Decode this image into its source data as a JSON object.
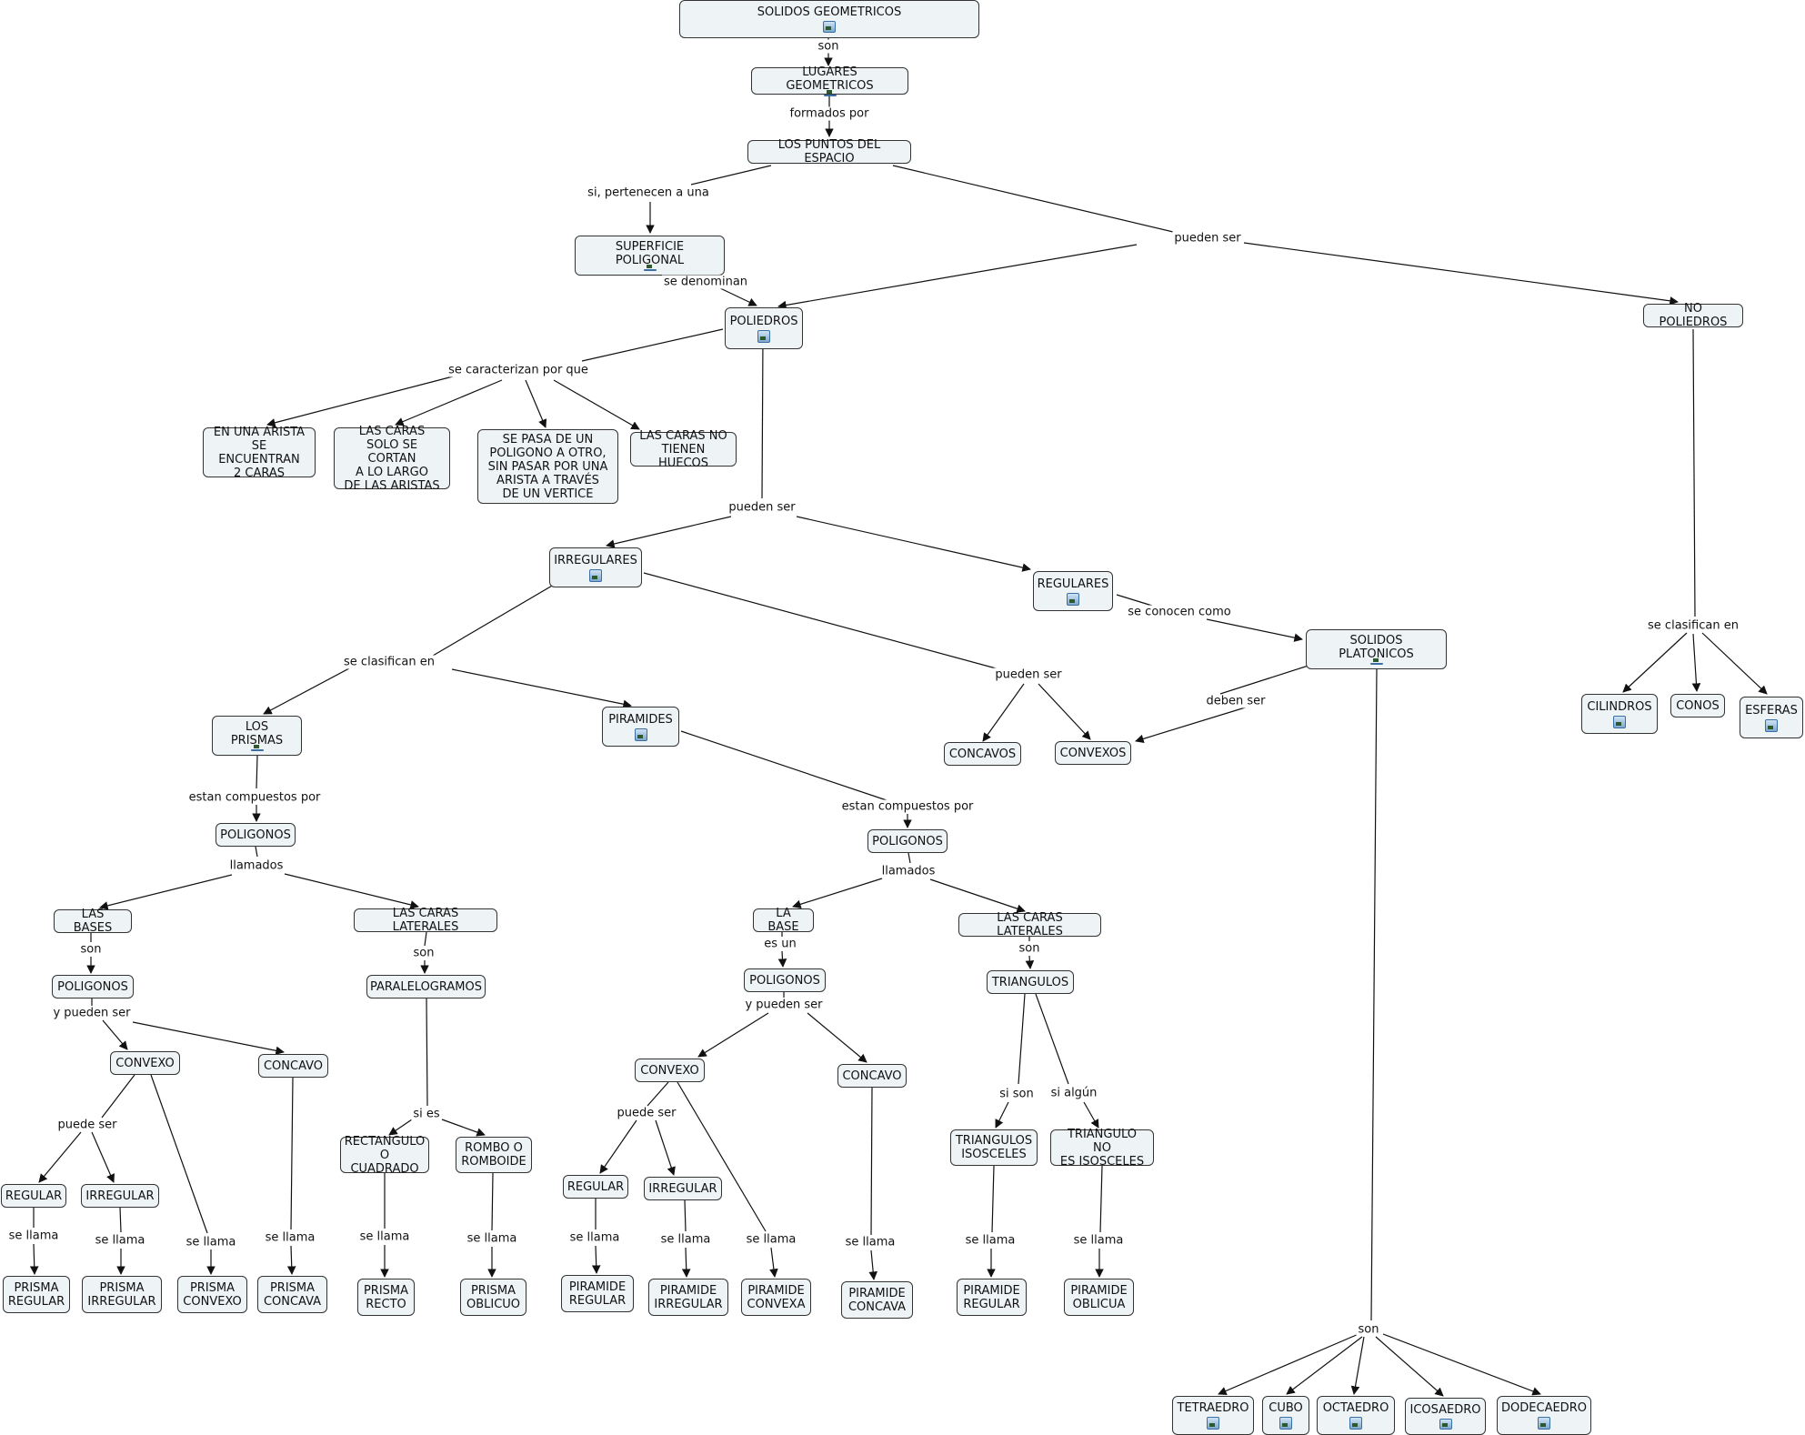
{
  "title": "SOLIDOS GEOMETRICOS",
  "colors": {
    "node_fill": "#eef3f6",
    "node_border": "#333333",
    "line": "#111111",
    "icon": "#3a6ea5"
  },
  "nodes": {
    "solidos": {
      "label": "SOLIDOS GEOMETRICOS",
      "icon": "image-icon"
    },
    "lugares": {
      "label": "LUGARES GEOMETRICOS",
      "icon": "image-icon"
    },
    "puntos": {
      "label": "LOS PUNTOS DEL ESPACIO"
    },
    "superficie": {
      "label": "SUPERFICIE POLIGONAL",
      "icon": "document-icon"
    },
    "poliedros": {
      "label": "POLIEDROS",
      "icon": "document-icon"
    },
    "nopoliedros": {
      "label": "NO POLIEDROS"
    },
    "arista": {
      "label": "EN UNA ARISTA\nSE ENCUENTRAN\n2 CARAS"
    },
    "caras_cortan": {
      "label": "LAS CARAS\nSOLO SE CORTAN\nA LO LARGO\nDE LAS ARISTAS"
    },
    "pasa": {
      "label": "SE PASA DE UN\nPOLIGONO A OTRO,\nSIN PASAR POR UNA\nARISTA A TRAVÉS\nDE UN VERTICE"
    },
    "huecos": {
      "label": "LAS CARAS NO\nTIENEN HUECOS"
    },
    "irregulares": {
      "label": "IRREGULARES",
      "icon": "image-icon"
    },
    "regulares": {
      "label": "REGULARES",
      "icon": "image-icon"
    },
    "platonicos": {
      "label": "SOLIDOS PLATONICOS",
      "icon": "network-icon"
    },
    "cilindros": {
      "label": "CILINDROS",
      "icon": "image-icon"
    },
    "conos": {
      "label": "CONOS"
    },
    "esferas": {
      "label": "ESFERAS",
      "icon": "image-icon"
    },
    "prismas": {
      "label": "LOS PRISMAS",
      "icon": "image-icon"
    },
    "piramides": {
      "label": "PIRAMIDES",
      "icon": "image-icon"
    },
    "concavos": {
      "label": "CONCAVOS"
    },
    "convexos": {
      "label": "CONVEXOS"
    },
    "pol_l": {
      "label": "POLIGONOS"
    },
    "pol_r": {
      "label": "POLIGONOS"
    },
    "bases": {
      "label": "LAS BASES"
    },
    "lat_l": {
      "label": "LAS CARAS LATERALES"
    },
    "base": {
      "label": "LA BASE"
    },
    "lat_r": {
      "label": "LAS CARAS LATERALES"
    },
    "pol_l2": {
      "label": "POLIGONOS"
    },
    "paralelo": {
      "label": "PARALELOGRAMOS"
    },
    "pol_r2": {
      "label": "POLIGONOS"
    },
    "triangulos": {
      "label": "TRIANGULOS"
    },
    "convexo_l": {
      "label": "CONVEXO"
    },
    "concavo_l": {
      "label": "CONCAVO"
    },
    "convexo_r": {
      "label": "CONVEXO"
    },
    "concavo_r": {
      "label": "CONCAVO"
    },
    "rectangulo": {
      "label": "RECTANGULO\nO CUADRADO"
    },
    "rombo": {
      "label": "ROMBO O\nROMBOIDE"
    },
    "isosceles": {
      "label": "TRIANGULOS\nISOSCELES"
    },
    "noiso": {
      "label": "TRIANGULO NO\nES ISOSCELES"
    },
    "regular_l": {
      "label": "REGULAR"
    },
    "irregular_l": {
      "label": "IRREGULAR"
    },
    "regular_r": {
      "label": "REGULAR"
    },
    "irregular_r": {
      "label": "IRREGULAR"
    },
    "p_regular": {
      "label": "PRISMA\nREGULAR"
    },
    "p_irregular": {
      "label": "PRISMA\nIRREGULAR"
    },
    "p_convexo": {
      "label": "PRISMA\nCONVEXO"
    },
    "p_concava": {
      "label": "PRISMA\nCONCAVA"
    },
    "p_recto": {
      "label": "PRISMA\nRECTO"
    },
    "p_oblicuo": {
      "label": "PRISMA\nOBLICUO"
    },
    "pi_regular": {
      "label": "PIRAMIDE\nREGULAR"
    },
    "pi_irregular": {
      "label": "PIRAMIDE\nIRREGULAR"
    },
    "pi_convexa": {
      "label": "PIRAMIDE\nCONVEXA"
    },
    "pi_concava": {
      "label": "PIRAMIDE\nCONCAVA"
    },
    "pi_regular2": {
      "label": "PIRAMIDE\nREGULAR"
    },
    "pi_oblicua": {
      "label": "PIRAMIDE\nOBLICUA"
    },
    "tetraedro": {
      "label": "TETRAEDRO",
      "icon": "image-icon"
    },
    "cubo": {
      "label": "CUBO",
      "icon": "image-icon"
    },
    "octaedro": {
      "label": "OCTAEDRO",
      "icon": "image-icon"
    },
    "icosaedro": {
      "label": "ICOSAEDRO",
      "icon": "image-icon"
    },
    "dodecaedro": {
      "label": "DODECAEDRO",
      "icon": "image-icon"
    }
  },
  "links": {
    "son1": "son",
    "formados": "formados por",
    "pertenecen": "si, pertenecen a una",
    "pueden1": "pueden ser",
    "denominan": "se denominan",
    "caracterizan": "se caracterizan por que",
    "pueden2": "pueden ser",
    "clasifican_no": "se clasifican en",
    "conocen": "se conocen como",
    "clasifican": "se clasifican en",
    "pueden3": "pueden ser",
    "deben": "deben ser",
    "compuestos_l": "estan compuestos por",
    "compuestos_r": "estan compuestos por",
    "llamados_l": "llamados",
    "llamados_r": "llamados",
    "son_bases": "son",
    "son_lat_l": "son",
    "esun": "es un",
    "son_lat_r": "son",
    "ypueden_l": "y pueden ser",
    "ypueden_r": "y pueden ser",
    "sies": "si es",
    "sison": "si son",
    "sialgun": "si algún",
    "puede_l": "puede ser",
    "puede_r": "puede ser",
    "sl1": "se llama",
    "sl2": "se llama",
    "sl3": "se llama",
    "sl4": "se llama",
    "sl5": "se llama",
    "sl6": "se llama",
    "sl7": "se llama",
    "sl8": "se llama",
    "sl9": "se llama",
    "sl10": "se llama",
    "sl11": "se llama",
    "sl12": "se llama",
    "son_plat": "son"
  }
}
